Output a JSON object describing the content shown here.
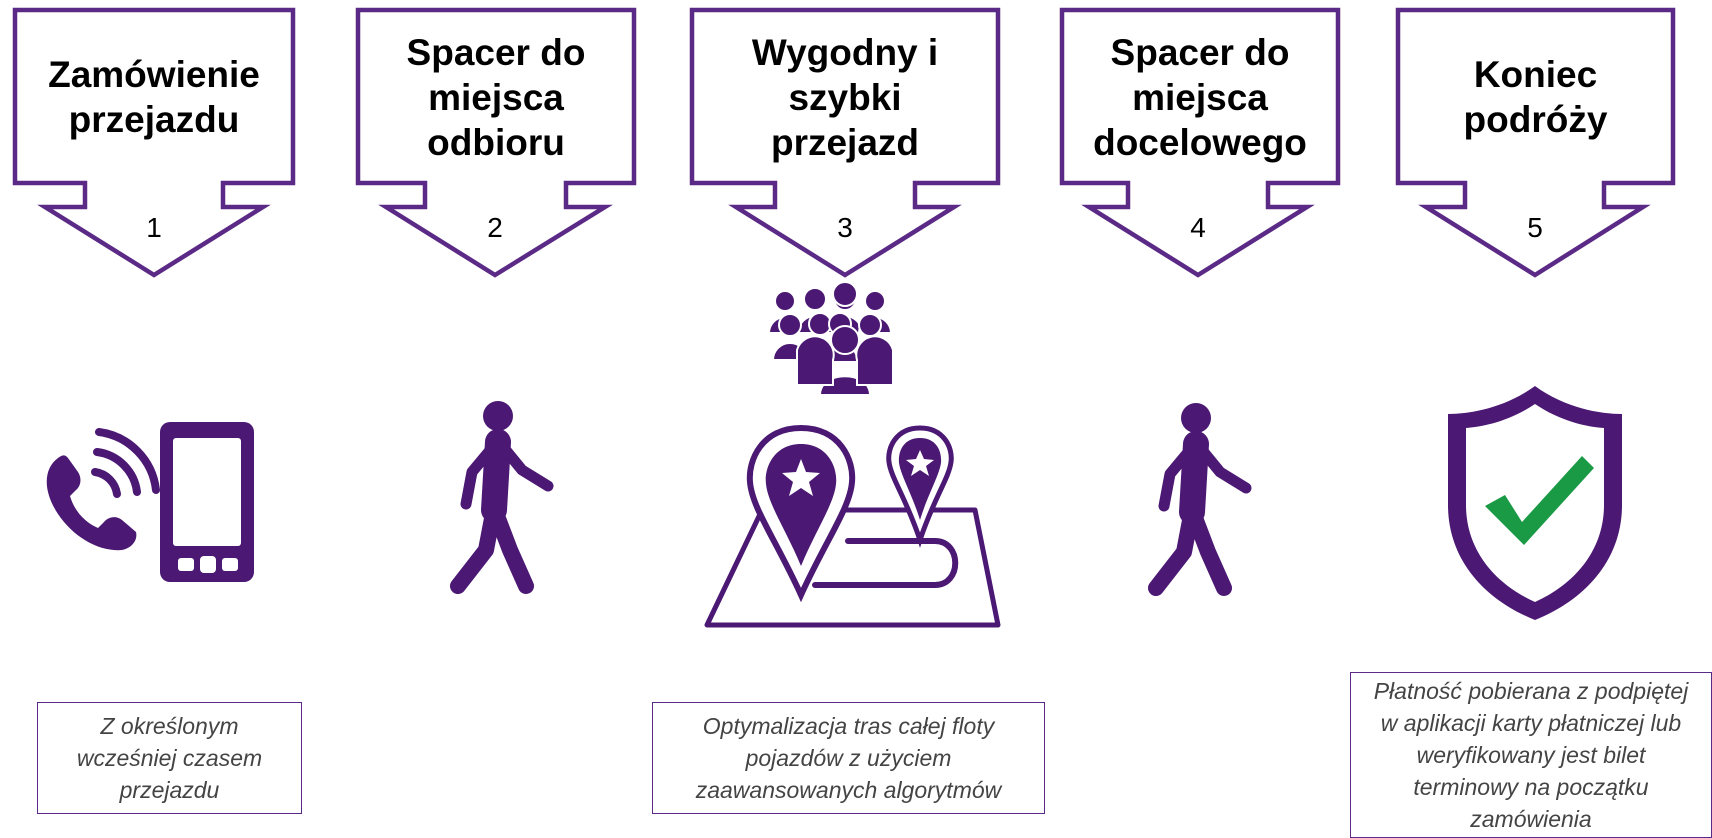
{
  "colors": {
    "primary": "#4b1873",
    "outline": "#5b2a86",
    "check_green": "#1a9a45",
    "note_text": "#444444"
  },
  "steps": [
    {
      "number": "1",
      "title": "Zamówienie\nprzejazdu",
      "icon": "phone-call-icon"
    },
    {
      "number": "2",
      "title": "Spacer do\nmiejsca\nodbioru",
      "icon": "walking-person-icon"
    },
    {
      "number": "3",
      "title": "Wygodny i\nszybki\nprzejazd",
      "icon": "route-map-icon"
    },
    {
      "number": "4",
      "title": "Spacer do\nmiejsca\ndocelowego",
      "icon": "walking-person-icon"
    },
    {
      "number": "5",
      "title": "Koniec\npodróży",
      "icon": "shield-check-icon"
    }
  ],
  "extra_icon": "people-group-icon",
  "notes": [
    {
      "step": "1",
      "text": "Z określonym wcześniej czasem przejazdu"
    },
    {
      "step": "3",
      "text": "Optymalizacja tras całej floty pojazdów z użyciem zaawansowanych algorytmów"
    },
    {
      "step": "5",
      "text": "Płatność pobierana z podpiętej w aplikacji karty płatniczej lub weryfikowany jest bilet terminowy na początku zamówienia"
    }
  ]
}
